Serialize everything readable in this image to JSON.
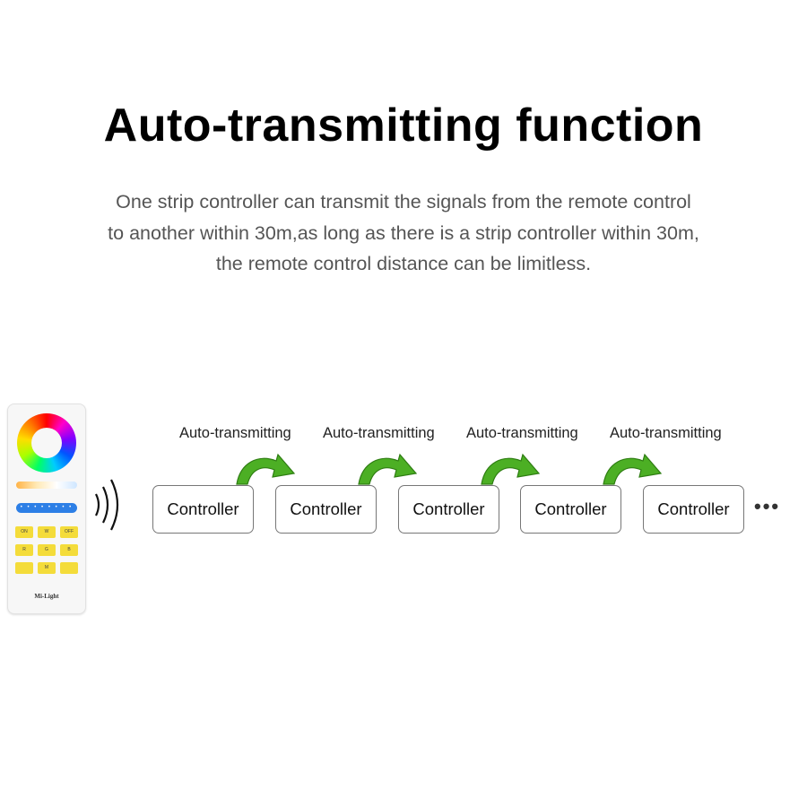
{
  "title": "Auto-transmitting function",
  "description": [
    "One strip controller can transmit the signals from the remote control",
    "to another within 30m,as long as there is a strip controller within 30m,",
    "the remote control distance can be limitless."
  ],
  "remote": {
    "brand": "Mi-Light",
    "slider_dots": "• • • • • • • •",
    "buttons": [
      "ON",
      "W",
      "OFF",
      "R",
      "G",
      "B",
      "",
      "M",
      ""
    ]
  },
  "labels": [
    "Auto-transmitting",
    "Auto-transmitting",
    "Auto-transmitting",
    "Auto-transmitting"
  ],
  "controllers": [
    "Controller",
    "Controller",
    "Controller",
    "Controller",
    "Controller"
  ],
  "ellipsis": "•••",
  "colors": {
    "arrow_green": "#4caf24",
    "arrow_dark": "#2e7d12",
    "remote_button": "#f4dc3a",
    "text_gray": "#555555"
  }
}
